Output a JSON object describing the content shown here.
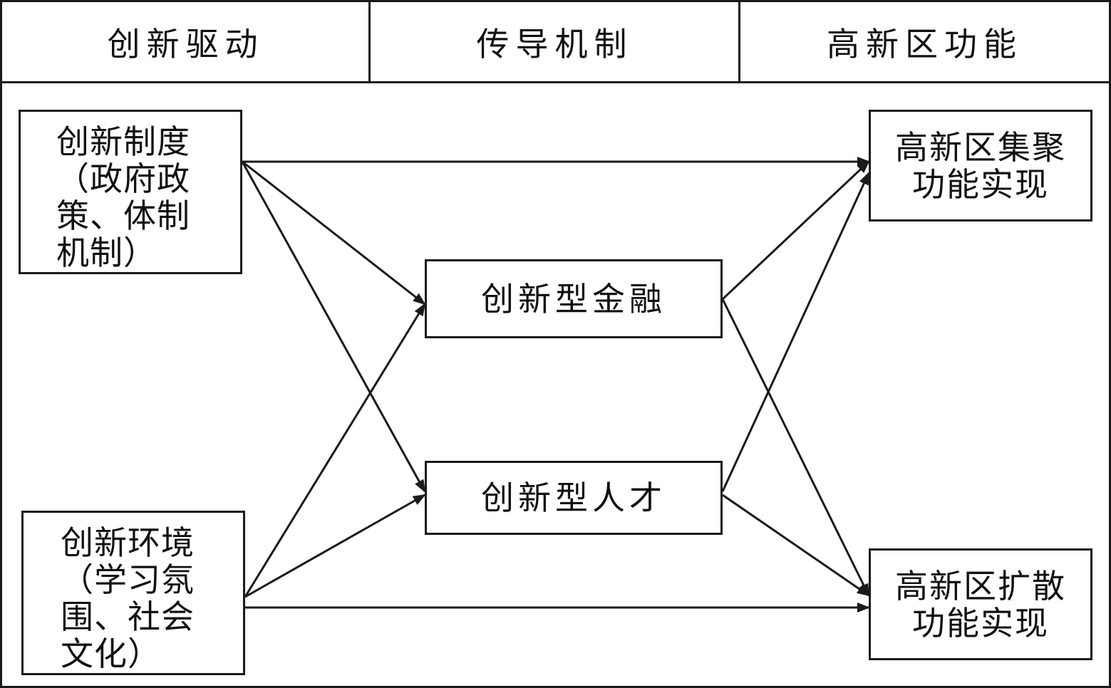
{
  "headers": {
    "drive": "创新驱动",
    "mechanism": "传导机制",
    "function": "高新区功能"
  },
  "nodes": {
    "institution": {
      "lines": [
        "创新制度",
        "（政府政",
        "策、体制",
        "机制）"
      ]
    },
    "environment": {
      "lines": [
        "创新环境",
        "（学习氛",
        "围、社会",
        "文化）"
      ]
    },
    "finance": {
      "label": "创新型金融"
    },
    "talent": {
      "label": "创新型人才"
    },
    "agglomeration": {
      "lines": [
        "高新区集聚",
        "功能实现"
      ]
    },
    "diffusion": {
      "lines": [
        "高新区扩散",
        "功能实现"
      ]
    }
  },
  "edges": [
    {
      "from": "institution",
      "to": "agglomeration"
    },
    {
      "from": "institution",
      "to": "finance"
    },
    {
      "from": "institution",
      "to": "talent"
    },
    {
      "from": "environment",
      "to": "finance"
    },
    {
      "from": "environment",
      "to": "talent"
    },
    {
      "from": "environment",
      "to": "diffusion"
    },
    {
      "from": "finance",
      "to": "agglomeration"
    },
    {
      "from": "finance",
      "to": "diffusion"
    },
    {
      "from": "talent",
      "to": "agglomeration"
    },
    {
      "from": "talent",
      "to": "diffusion"
    }
  ],
  "colors": {
    "line": "#1a1a1a",
    "background": "#ffffff"
  }
}
